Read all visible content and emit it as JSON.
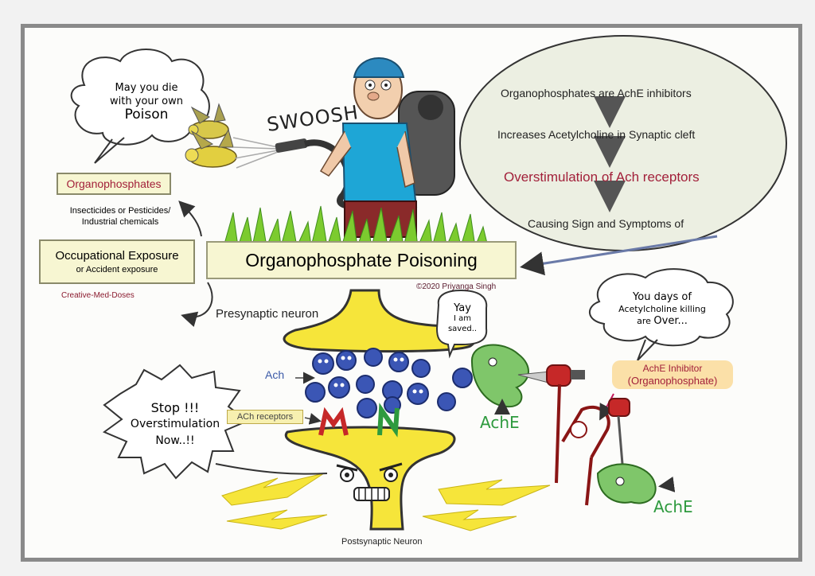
{
  "colors": {
    "frame": "#8a8a8a",
    "oval_fill": "#ecefe2",
    "box_fill": "#f7f6d2",
    "accent_red": "#a2203a",
    "neuron_yellow": "#f6e53a",
    "grass_green": "#7ccb2f",
    "vesicle_blue": "#3b56b5",
    "ache_green": "#7fc66a"
  },
  "icons": [
    "farmer-sprayer-icon",
    "insect-icon",
    "sprayer-nozzle-icon",
    "neuron-icon",
    "ache-enzyme-icon",
    "knife-icon",
    "lightning-icon"
  ],
  "bubbles": {
    "poison": [
      "May you die",
      "with your own",
      "Poison"
    ],
    "swoosh": "SWOOSH",
    "yay": [
      "Yay",
      "I am",
      "saved.."
    ],
    "over": [
      "You days of",
      "Acetylcholine killing",
      "are",
      "Over..."
    ],
    "stop": [
      "Stop !!!",
      "Overstimulation",
      "Now..!!"
    ]
  },
  "left_boxes": {
    "organophosphates": "Organophosphates",
    "sources": [
      "Insecticides or Pesticides/",
      "Industrial chemicals"
    ],
    "exposure_title": "Occupational Exposure",
    "exposure_sub": "or Accident exposure",
    "credit": "Creative-Med-Doses"
  },
  "oval": {
    "step1": "Organophosphates are AchE inhibitors",
    "step2": "Increases Acetylcholine in Synaptic cleft",
    "step3": "Overstimulation of Ach receptors",
    "step4": "Causing Sign and Symptoms of"
  },
  "main_title": "Organophosphate Poisoning",
  "copyright": "©2020 Priyanga Singh",
  "labels": {
    "presynaptic": "Presynaptic neuron",
    "postsynaptic": "Postsynaptic Neuron",
    "ach": "Ach",
    "ach_receptors": "ACh receptors",
    "ache_1": "AchE",
    "ache_2": "AchE",
    "inhibitor_1": "AchE Inhibitor",
    "inhibitor_2": "(Organophosphate)",
    "receptor_m": "M",
    "receptor_n": "N"
  }
}
